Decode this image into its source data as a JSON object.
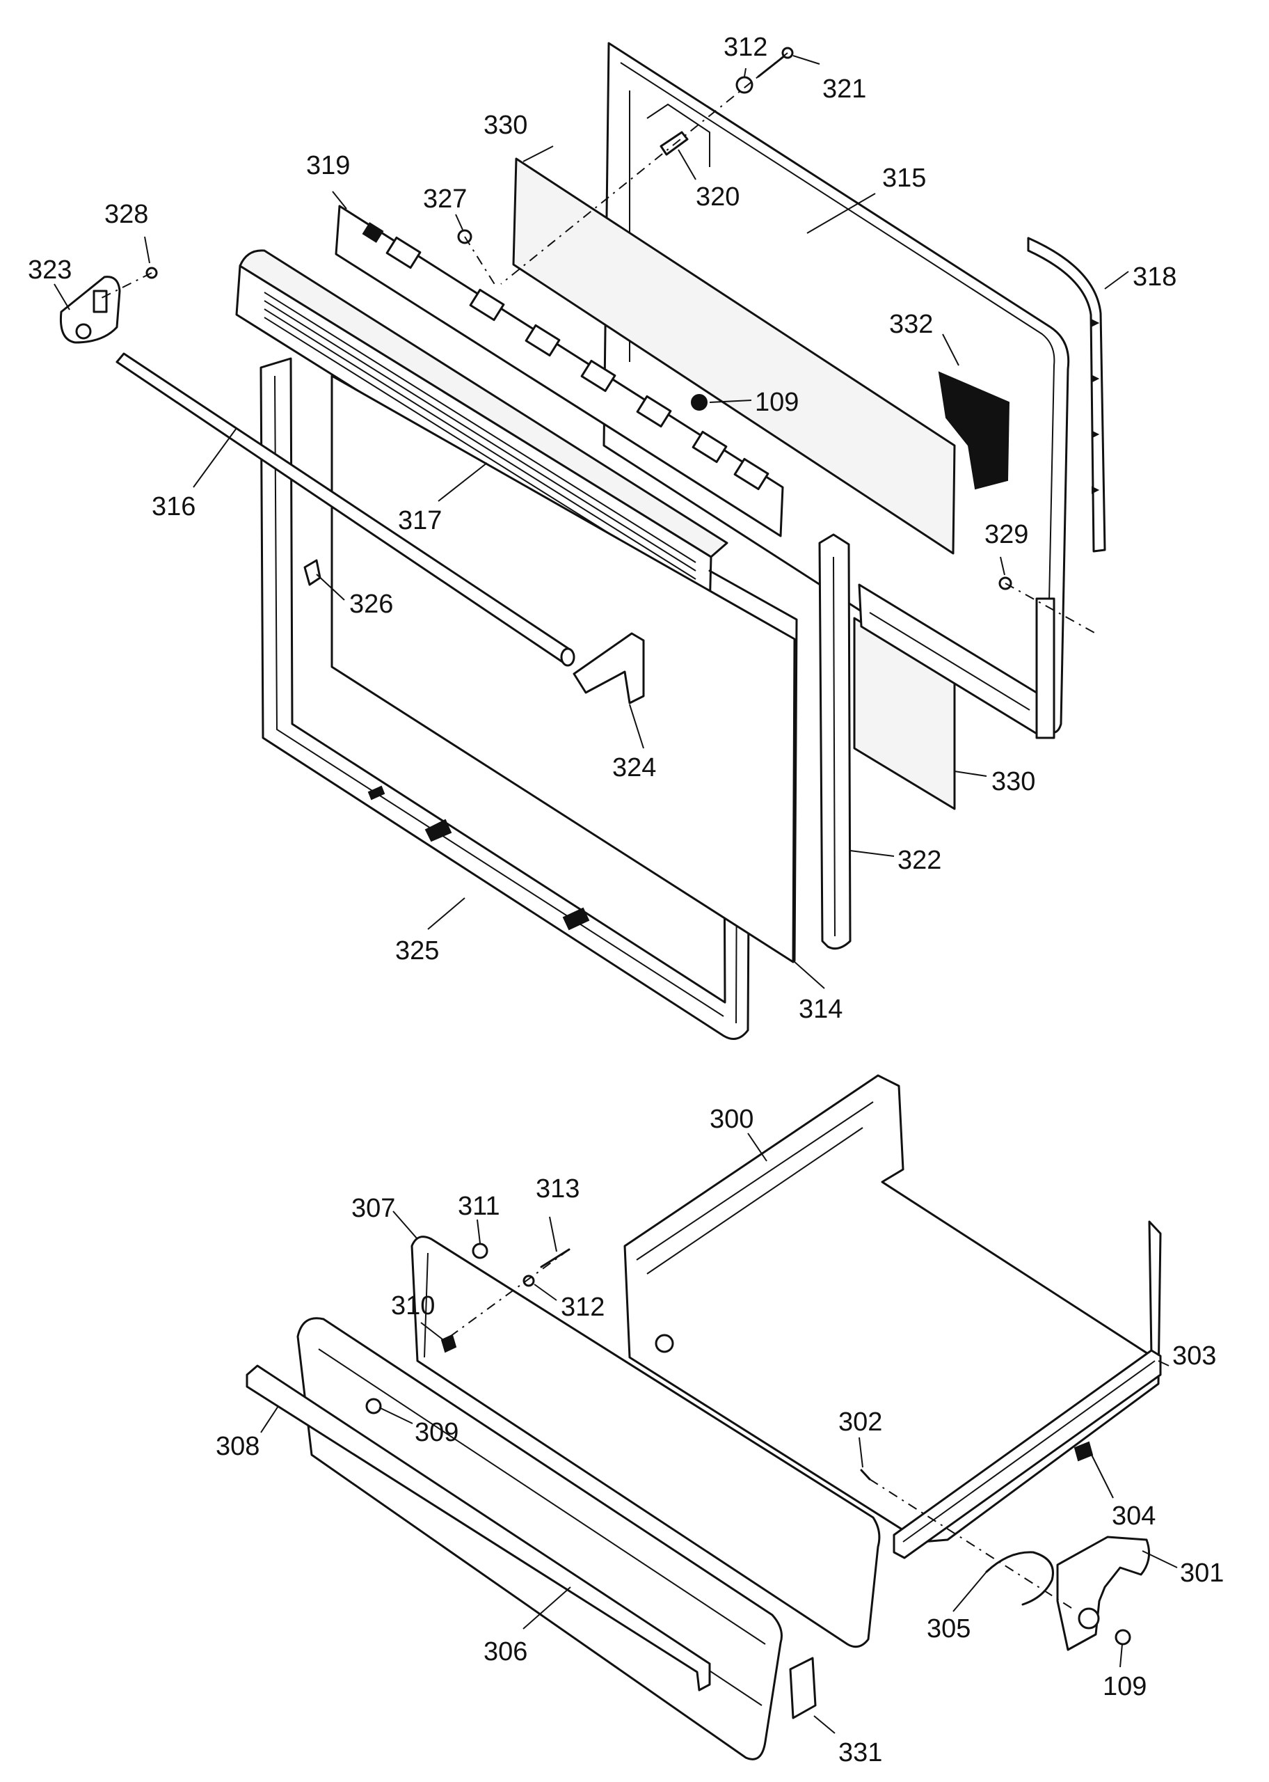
{
  "callouts": {
    "c312a": "312",
    "c321": "321",
    "c330a": "330",
    "c320": "320",
    "c315": "315",
    "c319": "319",
    "c327": "327",
    "c328": "328",
    "c323": "323",
    "c318": "318",
    "c332": "332",
    "c109a": "109",
    "c316": "316",
    "c317": "317",
    "c329": "329",
    "c326": "326",
    "c324": "324",
    "c330b": "330",
    "c322": "322",
    "c325": "325",
    "c314": "314",
    "c300": "300",
    "c307": "307",
    "c311": "311",
    "c313": "313",
    "c312b": "312",
    "c310": "310",
    "c303": "303",
    "c308": "308",
    "c309": "309",
    "c302": "302",
    "c304": "304",
    "c301": "301",
    "c305": "305",
    "c306": "306",
    "c109b": "109",
    "c331": "331"
  }
}
